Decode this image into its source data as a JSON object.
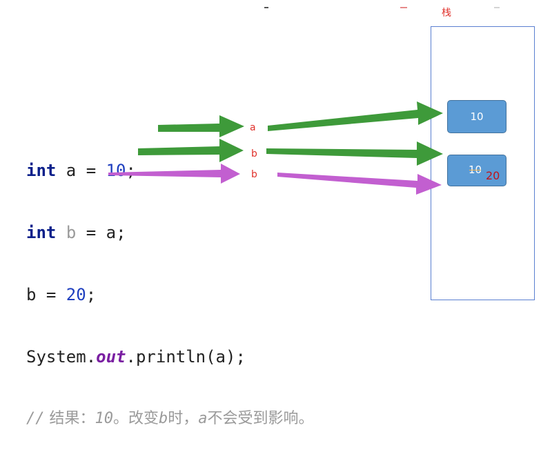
{
  "code": {
    "line1": {
      "kw": "int",
      "mid": " a = ",
      "num": "10",
      "end": ";"
    },
    "line2": {
      "kw": "int",
      "space": " ",
      "var": "b",
      "mid": " = a;"
    },
    "line3": {
      "start": "b = ",
      "num": "20",
      "end": ";"
    },
    "line4": {
      "start": "System.",
      "field": "out",
      "end": ".println(a);"
    },
    "comment": {
      "slashes": "//",
      "text1": " 结果：",
      "num": "10",
      "text2": "。改变",
      "var_b": "b",
      "text3": "时，",
      "var_a": "a",
      "text4": "不会受到影响。"
    }
  },
  "labels": {
    "a": "a",
    "b1": "b",
    "b2": "b"
  },
  "stack": {
    "title": "栈",
    "cell1_value": "10",
    "cell2_old": "10",
    "cell2_new": "20"
  },
  "colors": {
    "green_arrow": "#3e9a3a",
    "purple_arrow": "#c25fd0",
    "cell_fill": "#5b9bd5",
    "label_red": "#e0302a"
  }
}
